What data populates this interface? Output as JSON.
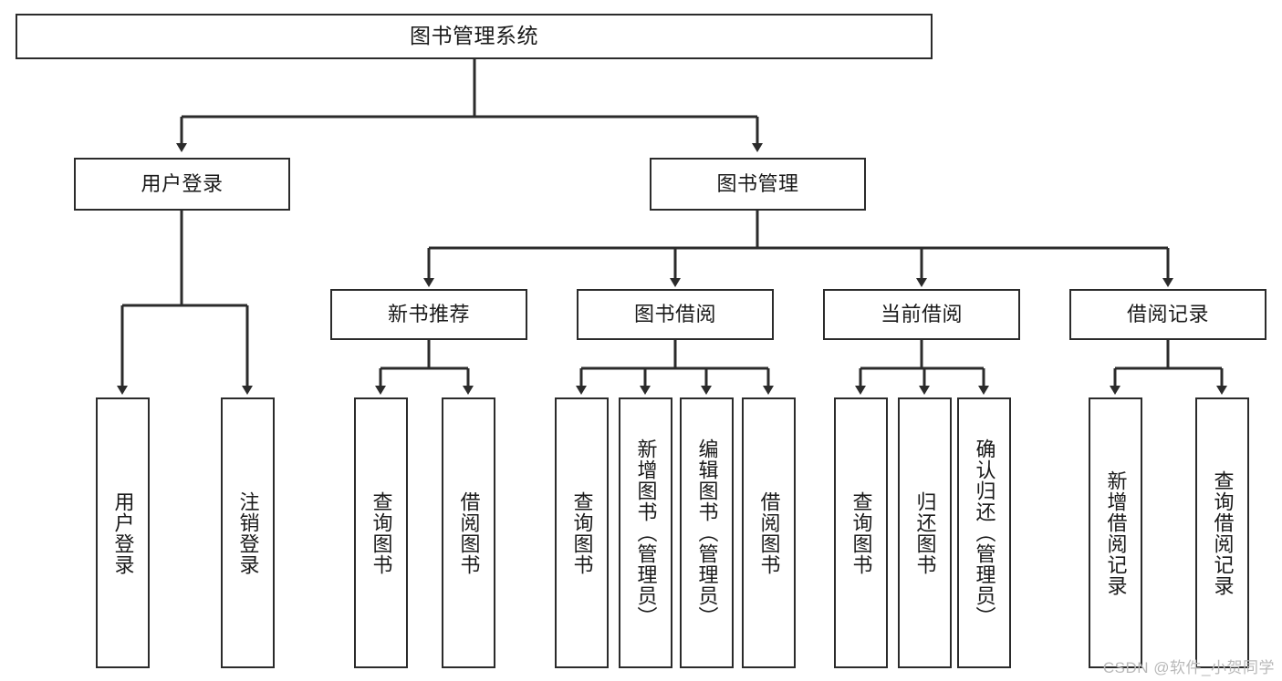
{
  "diagram": {
    "type": "tree-hierarchy",
    "title": "图书管理系统",
    "watermark": "CSDN @软件_小贺同学",
    "colors": {
      "stroke": "#2b2b2b",
      "fill": "#ffffff",
      "text": "#1a1a1a",
      "watermark": "#b9b9b9"
    },
    "nodes": {
      "root": {
        "label": "图书管理系统"
      },
      "level1": [
        {
          "id": "user-login",
          "label": "用户登录"
        },
        {
          "id": "book-manage",
          "label": "图书管理"
        }
      ],
      "level2": [
        {
          "id": "new-book-rec",
          "label": "新书推荐",
          "parent": "book-manage"
        },
        {
          "id": "book-borrow",
          "label": "图书借阅",
          "parent": "book-manage"
        },
        {
          "id": "current-borrow",
          "label": "当前借阅",
          "parent": "book-manage"
        },
        {
          "id": "borrow-record",
          "label": "借阅记录",
          "parent": "book-manage"
        }
      ],
      "leaves": [
        {
          "id": "leaf-user-login",
          "label": "用户登录",
          "parent": "user-login"
        },
        {
          "id": "leaf-user-logout",
          "label": "注销登录",
          "parent": "user-login"
        },
        {
          "id": "leaf-query-book-1",
          "label": "查询图书",
          "parent": "new-book-rec"
        },
        {
          "id": "leaf-borrow-book-1",
          "label": "借阅图书",
          "parent": "new-book-rec"
        },
        {
          "id": "leaf-query-book-2",
          "label": "查询图书",
          "parent": "book-borrow"
        },
        {
          "id": "leaf-add-book",
          "label": "新增图书（管理员）",
          "parent": "book-borrow"
        },
        {
          "id": "leaf-edit-book",
          "label": "编辑图书（管理员）",
          "parent": "book-borrow"
        },
        {
          "id": "leaf-borrow-book-2",
          "label": "借阅图书",
          "parent": "book-borrow"
        },
        {
          "id": "leaf-query-book-3",
          "label": "查询图书",
          "parent": "current-borrow"
        },
        {
          "id": "leaf-return-book",
          "label": "归还图书",
          "parent": "current-borrow"
        },
        {
          "id": "leaf-confirm-return",
          "label": "确认归还（管理员）",
          "parent": "current-borrow"
        },
        {
          "id": "leaf-add-record",
          "label": "新增借阅记录",
          "parent": "borrow-record"
        },
        {
          "id": "leaf-query-record",
          "label": "查询借阅记录",
          "parent": "borrow-record"
        }
      ]
    }
  }
}
